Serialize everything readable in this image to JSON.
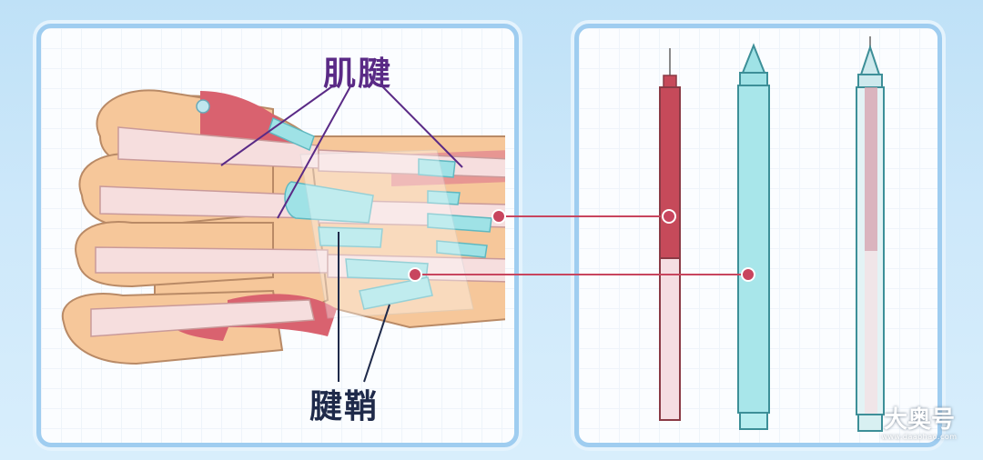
{
  "labels": {
    "tendon": "肌腱",
    "tendon_sheath": "腱鞘"
  },
  "watermark": {
    "name": "大奥号",
    "url": "www.daaohao.com"
  },
  "colors": {
    "background": "#c8e6f9",
    "panel_border": "#9fcdf0",
    "tendon_label": "#5a2a86",
    "sheath_label": "#1f2a4a",
    "muscle_red": "#d9626f",
    "tendon_pale": "#f6dede",
    "sheath_teal": "#9fe2e6",
    "skin": "#f6c79a",
    "connector": "#c8455e"
  },
  "icons": {
    "refill": "pen-refill-icon",
    "casing": "pen-casing-icon",
    "assembled": "assembled-pen-icon"
  }
}
